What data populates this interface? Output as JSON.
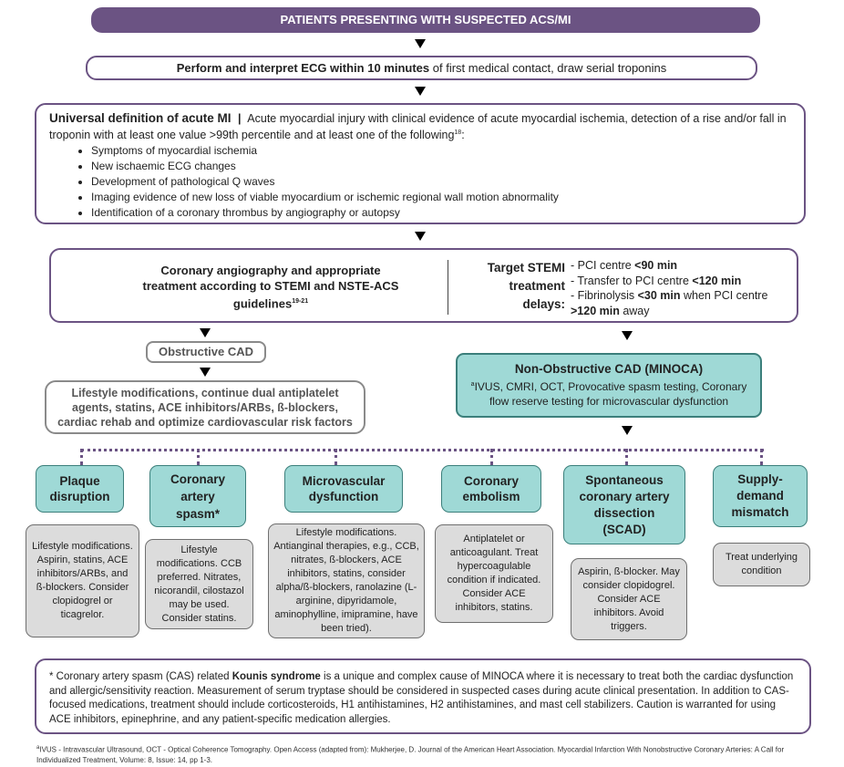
{
  "header": {
    "title": "PATIENTS PRESENTING WITH SUSPECTED ACS/MI"
  },
  "ecg": {
    "bold": "Perform and interpret ECG within 10 minutes",
    "rest": " of first medical contact, draw serial troponins"
  },
  "universal": {
    "title": "Universal definition of acute MI",
    "sep": "|",
    "text1": " Acute myocardial injury with clinical evidence of acute myocardial ischemia, detection of a rise and/or fall in troponin with at least one value >99th percentile and at least one of the following",
    "sup": "18",
    "text2": ":",
    "items": [
      "Symptoms of myocardial ischemia",
      "New ischaemic ECG changes",
      "Development of pathological Q waves",
      "Imaging evidence of new loss of viable myocardium or ischemic regional wall motion abnormality",
      "Identification of a coronary thrombus by angiography or autopsy"
    ]
  },
  "angio": {
    "text": "Coronary angiography and appropriate treatment according to STEMI and NSTE-ACS guidelines",
    "sup": "19-21",
    "target_label": "Target STEMI treatment delays:",
    "delays": [
      {
        "pre": "- PCI centre ",
        "bold": "<90 min",
        "post": ""
      },
      {
        "pre": "- Transfer to PCI centre ",
        "bold": "<120 min",
        "post": ""
      },
      {
        "pre": "- Fibrinolysis ",
        "bold": "<30 min",
        "post": " when PCI centre "
      },
      {
        "pre": "",
        "bold": ">120 min",
        "post": " away"
      }
    ]
  },
  "obstructive": {
    "label": "Obstructive CAD",
    "treatment": "Lifestyle modifications, continue dual antiplatelet agents, statins, ACE inhibitors/ARBs, ß-blockers, cardiac rehab and optimize cardiovascular risk factors"
  },
  "minoca": {
    "title": "Non-Obstructive CAD (MINOCA)",
    "mark": "a",
    "text": "IVUS, CMRI, OCT, Provocative spasm testing, Coronary flow reserve testing for microvascular dysfunction"
  },
  "causes": [
    {
      "title": "Plaque disruption",
      "treatment": "Lifestyle modifications. Aspirin, statins, ACE inhibitors/ARBs, and ß-blockers. Consider clopidogrel or ticagrelor."
    },
    {
      "title": "Coronary artery spasm*",
      "treatment": "Lifestyle modifications. CCB preferred. Nitrates, nicorandil, cilostazol may be used. Consider statins."
    },
    {
      "title": "Microvascular dysfunction",
      "treatment": "Lifestyle modifications. Antianginal therapies, e.g., CCB, nitrates, ß-blockers, ACE inhibitors, statins, consider alpha/ß-blockers, ranolazine (L-arginine, dipyridamole, aminophylline, imipramine, have been tried)."
    },
    {
      "title": "Coronary embolism",
      "treatment": "Antiplatelet or anticoagulant. Treat hypercoagulable condition if indicated. Consider ACE inhibitors, statins."
    },
    {
      "title": "Spontaneous coronary artery dissection (SCAD)",
      "treatment": "Aspirin, ß-blocker. May consider clopidogrel. Consider ACE inhibitors. Avoid triggers."
    },
    {
      "title": "Supply-demand mismatch",
      "treatment": "Treat underlying condition"
    }
  ],
  "footnote": {
    "pre": "* Coronary artery spasm (CAS) related ",
    "bold": "Kounis syndrome",
    "post": " is a unique and complex cause of MINOCA where it is necessary to treat both the cardiac dysfunction and allergic/sensitivity reaction. Measurement of serum tryptase should be considered in suspected cases during acute clinical presentation. In addition to CAS-focused medications, treatment should include corticosteroids, H1 antihistamines, H2 antihistamines, and mast cell stabilizers. Caution is warranted for using ACE inhibitors, epinephrine, and any patient-specific medication allergies."
  },
  "source": {
    "mark": "a",
    "text": "IVUS - Intravascular Ultrasound, OCT - Optical Coherence Tomography. Open Access (adapted from): Mukherjee, D. Journal of the American Heart Association. Myocardial Infarction With Nonobstructive Coronary Arteries: A Call for Individualized Treatment, Volume: 8, Issue: 14, pp 1-3."
  },
  "colors": {
    "purple": "#6b5383",
    "teal": "#9fd9d6",
    "grey": "#dcdcdc"
  }
}
